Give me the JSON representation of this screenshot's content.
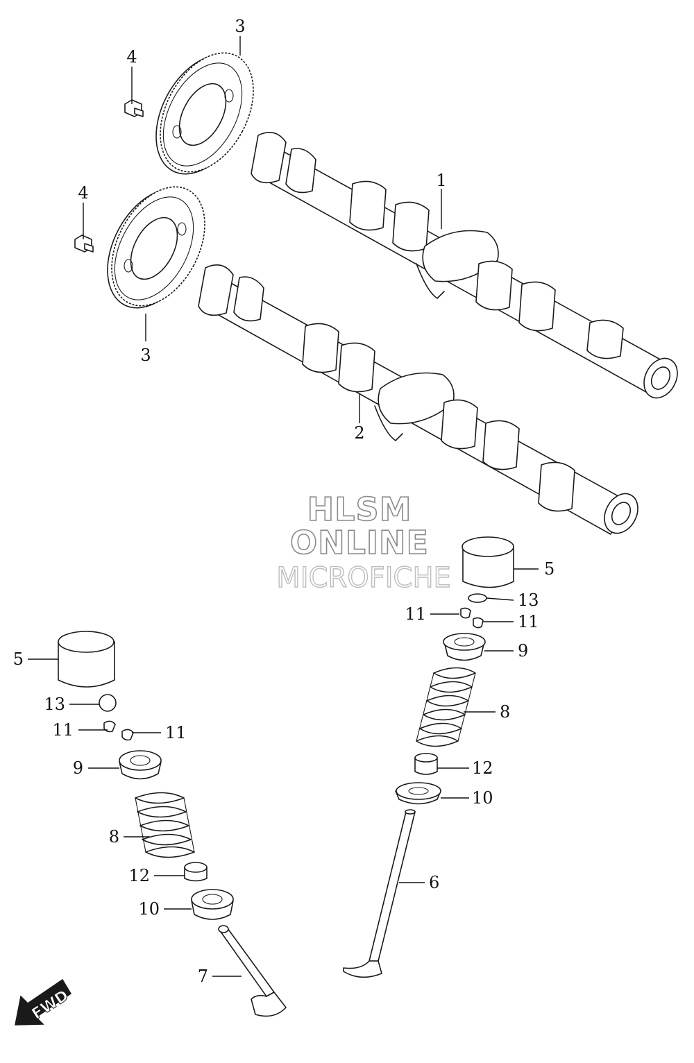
{
  "callouts": {
    "c1": "1",
    "c2": "2",
    "c3a": "3",
    "c3b": "3",
    "c4a": "4",
    "c4b": "4",
    "c5r": "5",
    "c5l": "5",
    "c6": "6",
    "c7": "7",
    "c8r": "8",
    "c8l": "8",
    "c9r": "9",
    "c9l": "9",
    "c10r": "10",
    "c10l": "10",
    "c11ra": "11",
    "c11rb": "11",
    "c11la": "11",
    "c11lb": "11",
    "c12r": "12",
    "c12l": "12",
    "c13r": "13",
    "c13l": "13"
  },
  "watermark": {
    "line1": "HLSM",
    "line2": "ONLINE",
    "line3": "MICROFICHE"
  },
  "fwd": {
    "label": "FWD"
  }
}
